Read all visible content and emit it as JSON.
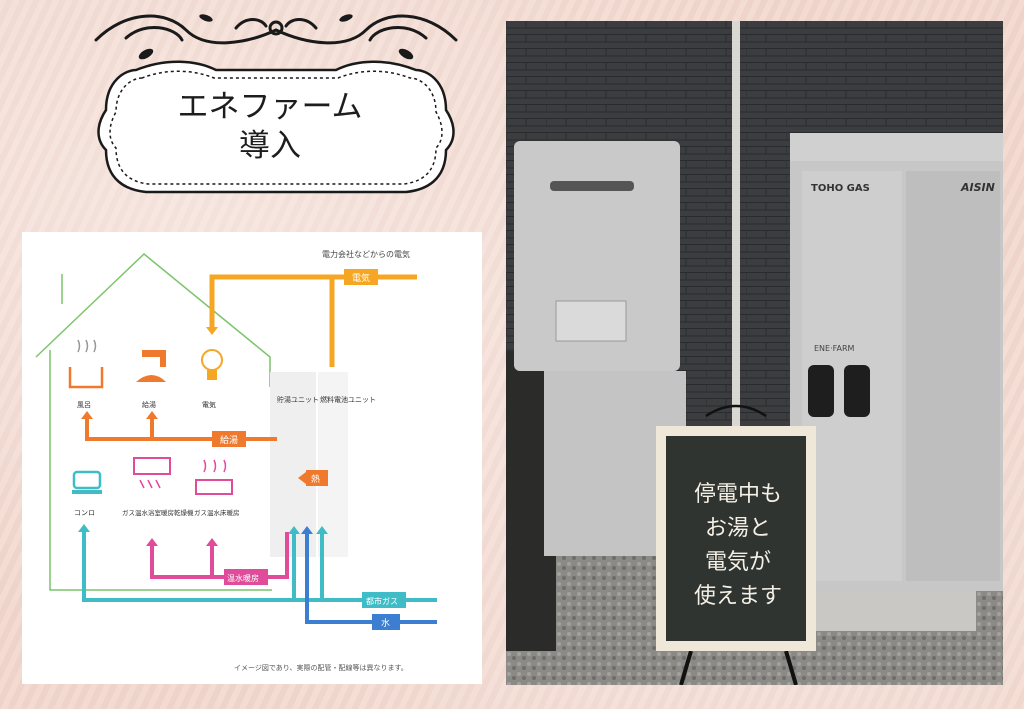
{
  "title": {
    "line1": "エネファーム",
    "line2": "導入"
  },
  "diagram": {
    "top_caption": "電力会社などからの電気",
    "label_electricity": "電気",
    "label_hot_water_supply": "給湯",
    "label_heat": "熱",
    "label_floor_heating_water": "温水暖房",
    "label_city_gas": "都市ガス",
    "label_water": "水",
    "unit_storage": "貯湯ユニット",
    "unit_fuelcell": "燃料電池ユニット",
    "appliances_top": [
      "風呂",
      "給湯",
      "電気"
    ],
    "appliances_bottom": [
      "コンロ",
      "ガス温水浴室暖房乾燥機",
      "ガス温水床暖房"
    ],
    "note": "イメージ図であり、実際の配管・配線等は異なります。"
  },
  "photo": {
    "brand_left": "TOHO GAS",
    "brand_right": "AISIN",
    "product_logo": "ENE·FARM",
    "sign_lines": [
      "停電中も",
      "お湯と",
      "電気が",
      "使えます"
    ]
  },
  "colors": {
    "background": "#f2d7cd",
    "house_outline": "#7cc46a",
    "electricity_orange": "#f5a623",
    "hot_water_orange": "#ef7a2e",
    "heating_pink": "#e04c9a",
    "city_gas_cyan": "#3fbcc6",
    "water_blue": "#3c7fd2",
    "chalkboard": "#2f3430",
    "chalkboard_frame": "#efe8d8"
  },
  "icons": [
    "bath-icon",
    "faucet-icon",
    "lightbulb-icon",
    "pot-icon",
    "bathroom-heater-icon",
    "floor-heating-icon"
  ]
}
